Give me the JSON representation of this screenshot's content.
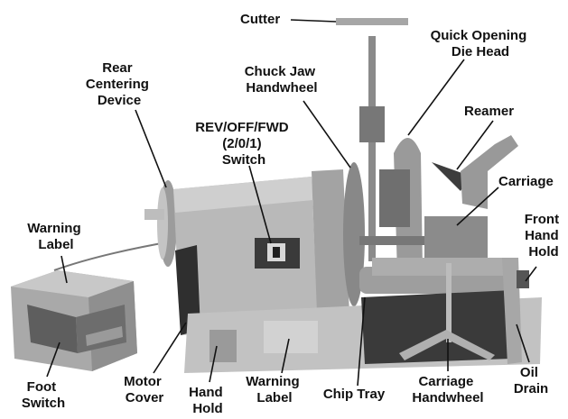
{
  "colors": {
    "background": "#ffffff",
    "machine_body": "#b8b8b8",
    "machine_dark": "#5a5a5a",
    "shadow": "#2a2a2a",
    "label_text": "#111111"
  },
  "labels": {
    "cutter": "Cutter",
    "quick_opening_die_head": [
      "Quick Opening",
      "Die Head"
    ],
    "rear_centering_device": [
      "Rear",
      "Centering",
      "Device"
    ],
    "chuck_jaw_handwheel": [
      "Chuck Jaw",
      "Handwheel"
    ],
    "reamer": "Reamer",
    "switch": [
      "REV/OFF/FWD",
      "(2/0/1)",
      "Switch"
    ],
    "carriage": "Carriage",
    "front_hand_hold": [
      "Front",
      "Hand",
      "Hold"
    ],
    "warning_label_top": [
      "Warning",
      "Label"
    ],
    "foot_switch": [
      "Foot",
      "Switch"
    ],
    "motor_cover": [
      "Motor",
      "Cover"
    ],
    "hand_hold": [
      "Hand",
      "Hold"
    ],
    "warning_label_bottom": [
      "Warning",
      "Label"
    ],
    "chip_tray": "Chip Tray",
    "carriage_handwheel": [
      "Carriage",
      "Handwheel"
    ],
    "oil_drain": [
      "Oil",
      "Drain"
    ]
  }
}
